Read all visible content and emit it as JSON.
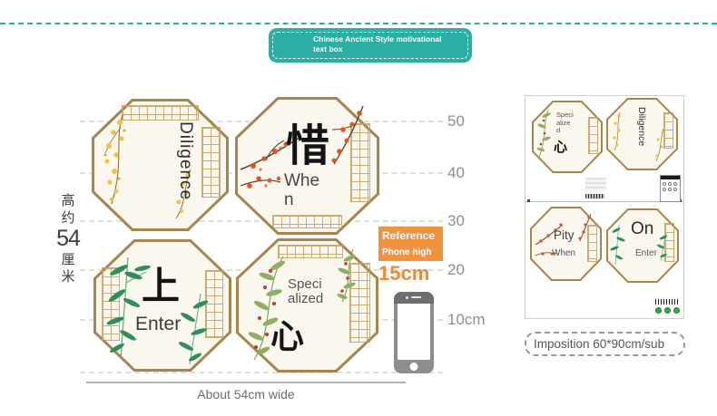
{
  "banner": {
    "line1": "Chinese Ancient Style motivational",
    "line2": "text box"
  },
  "left_dimension": {
    "char1": "高",
    "char2": "约",
    "number": "54",
    "char3": "厘",
    "char4": "米"
  },
  "stickers": {
    "diligence": {
      "label": "Diligence"
    },
    "cherish": {
      "hanzi": "惜",
      "latin_line1": "Whe",
      "latin_line2": "n"
    },
    "enter": {
      "hanzi": "上",
      "latin": "Enter"
    },
    "specialized": {
      "latin_line1": "Speci",
      "latin_line2": "alized",
      "hanzi": "心"
    }
  },
  "ruler": {
    "ticks": [
      "50",
      "40",
      "30",
      "20",
      "10cm"
    ]
  },
  "reference": {
    "title": "Reference",
    "subtitle": "Phone high",
    "value": "15cm"
  },
  "imposition": {
    "caption": "Imposition 60*90cm/sub",
    "mini": {
      "specialized": {
        "line1": "Speci",
        "line2": "alize",
        "line3": "d",
        "hanzi": "心"
      },
      "diligence": {
        "label": "Diligence"
      },
      "pity": {
        "line1": "Pity",
        "line2": "When"
      },
      "on": {
        "line1": "On",
        "line2": "Enter"
      }
    }
  },
  "bottom_dimension": {
    "label": "About 54cm wide"
  },
  "colors": {
    "teal": "#2bafa4",
    "orange": "#f0923e",
    "orange_text": "#ee8a31",
    "frame_tan": "#a6854f",
    "cream": "#faf7ee"
  }
}
